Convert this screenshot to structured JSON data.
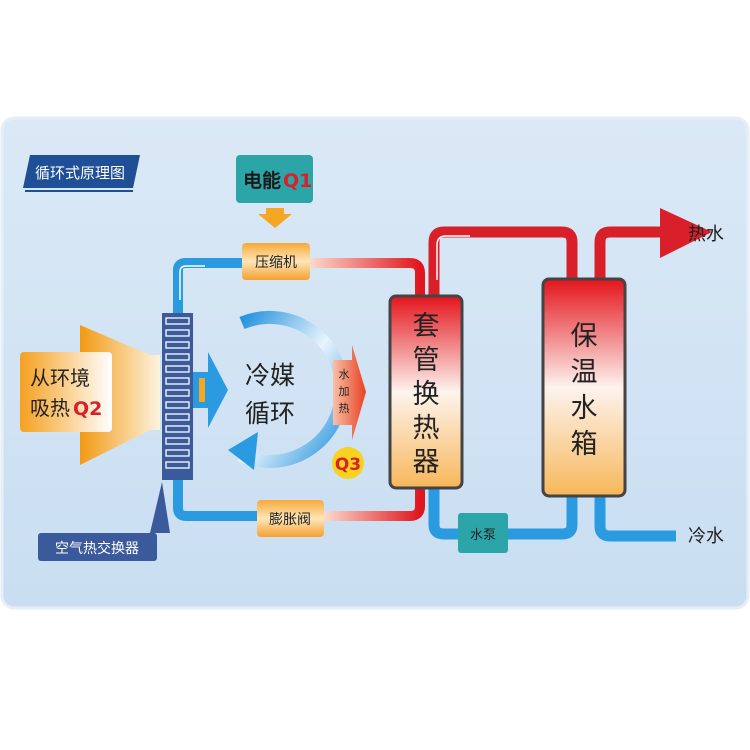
{
  "title": "循环式原理图",
  "energy": {
    "label": "电能",
    "q": "Q1"
  },
  "compressor": "压缩机",
  "expansion_valve": "膨胀阀",
  "ambient": {
    "line1": "从环境",
    "line2": "吸热",
    "q": "Q2"
  },
  "air_exchanger": "空气热交换器",
  "refrigerant": {
    "line1": "冷媒",
    "line2": "循环"
  },
  "water_heating": {
    "chars": [
      "水",
      "加",
      "热"
    ],
    "q": "Q3"
  },
  "tube_exchanger": [
    "套",
    "管",
    "换",
    "热",
    "器"
  ],
  "tank": [
    "保",
    "温",
    "水",
    "箱"
  ],
  "pump": "水泵",
  "hot_water": "热水",
  "cold_water": "冷水",
  "colors": {
    "hot": "#d9202a",
    "cold": "#2a9be0",
    "navy": "#1f4f96",
    "teal": "#2ba5a8",
    "orange": "#f5a623"
  }
}
